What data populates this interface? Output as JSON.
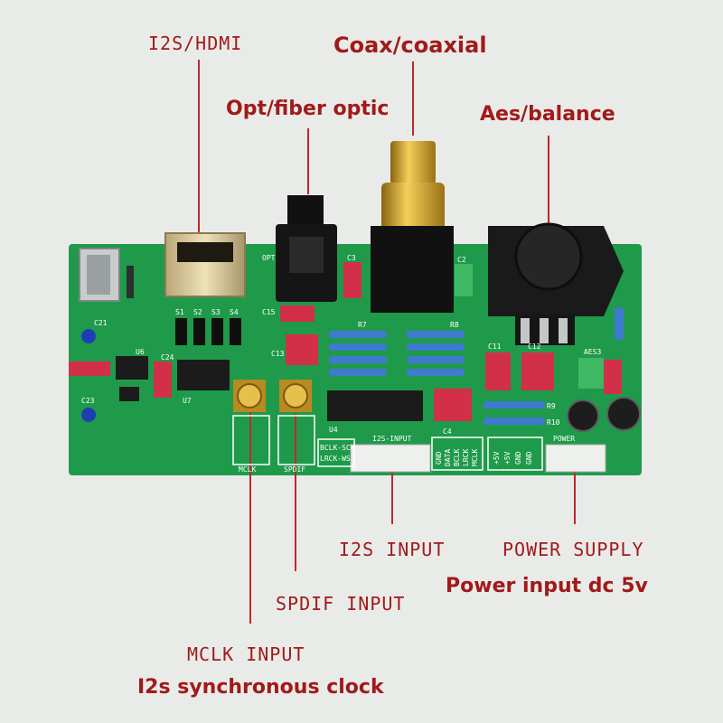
{
  "labels": {
    "i2s_hdmi": "I2S/HDMI",
    "coax": "Coax/coaxial",
    "optical": "Opt/fiber optic",
    "aes": "Aes/balance",
    "i2s_input": "I2S INPUT",
    "power_supply": "POWER SUPPLY",
    "power_input": "Power input dc 5v",
    "spdif_input": "SPDIF INPUT",
    "mclk_input": "MCLK INPUT",
    "i2s_clock": "I2s synchronous clock"
  },
  "silkscreen": {
    "u6": "U6",
    "u7": "U7",
    "u4": "U4",
    "c21": "C21",
    "c23": "C23",
    "c24": "C24",
    "c13": "C13",
    "c15": "C15",
    "c3": "C3",
    "c2": "C2",
    "c4": "C4",
    "c11": "C11",
    "c12": "C12",
    "r7": "R7",
    "r8": "R8",
    "r9": "R9",
    "r10": "R10",
    "s1": "S1",
    "s2": "S2",
    "s3": "S3",
    "s4": "S4",
    "opt": "OPT",
    "aes3": "AES3",
    "mclk": "MCLK",
    "spdif": "SPDIF",
    "bclk": "BCLK-SCK",
    "lrck": "LRCK-WS",
    "i2s_header": "I2S-INPUT",
    "power_header": "POWER",
    "pins_i2s": [
      "GND",
      "DATA",
      "BCLK",
      "LRCK",
      "MCLK"
    ],
    "pins_power": [
      "+5V",
      "+5V",
      "GND",
      "GND"
    ]
  },
  "colors": {
    "label_red": "#a11a1a",
    "pcb_green": "#1f9a4a",
    "background": "#e9ebe8"
  }
}
